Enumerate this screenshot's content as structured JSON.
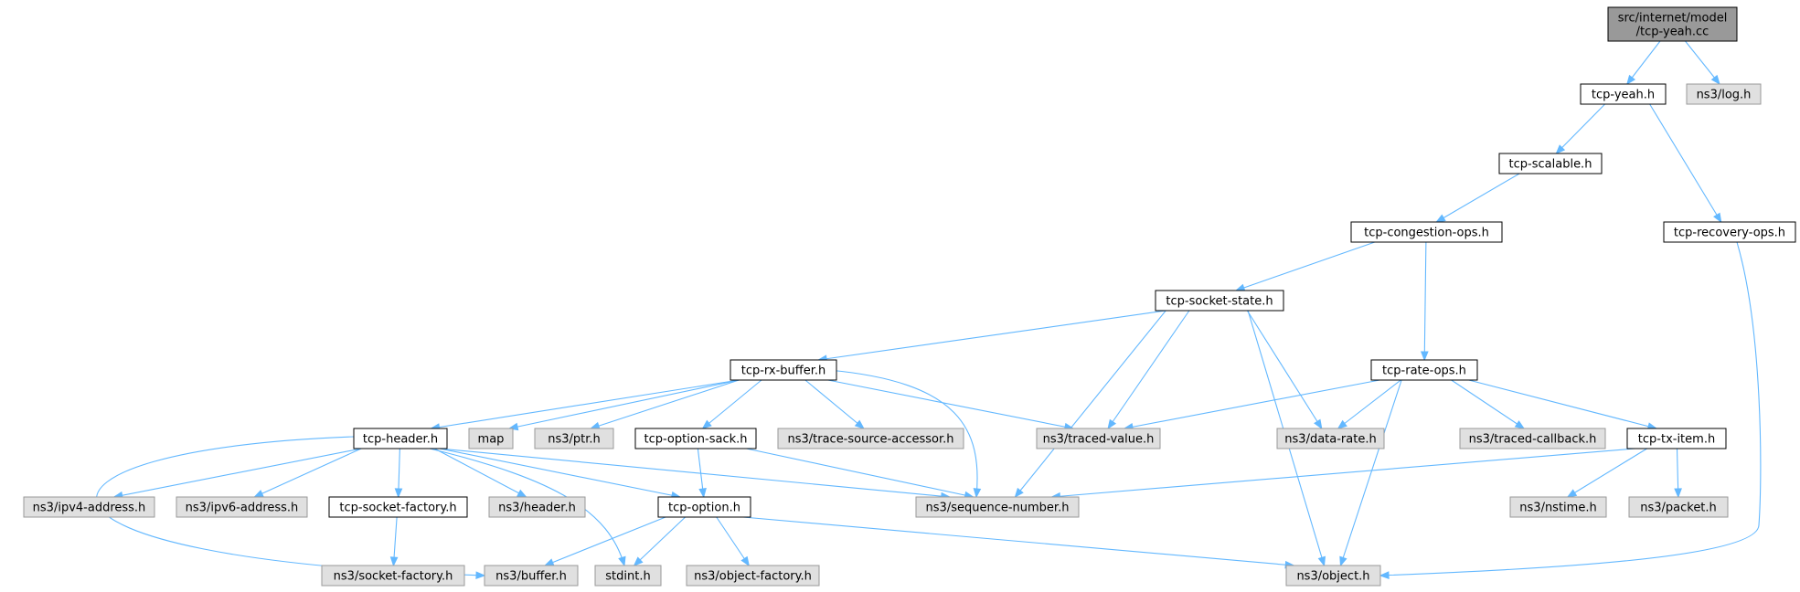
{
  "colors": {
    "root_fill": "#999999",
    "internal_fill": "#ffffff",
    "internal_stroke": "#000000",
    "external_fill": "#e0e0e0",
    "external_stroke": "#999999",
    "edge": "#63b8ff"
  },
  "graph": {
    "nodes": [
      {
        "id": "root",
        "kind": "root",
        "lines": [
          "src/internet/model",
          "/tcp-yeah.cc"
        ]
      },
      {
        "id": "tcp-yeah",
        "kind": "internal",
        "lines": [
          "tcp-yeah.h"
        ]
      },
      {
        "id": "log",
        "kind": "external",
        "lines": [
          "ns3/log.h"
        ]
      },
      {
        "id": "tcp-scalable",
        "kind": "internal",
        "lines": [
          "tcp-scalable.h"
        ]
      },
      {
        "id": "tcp-recovery-ops",
        "kind": "internal",
        "lines": [
          "tcp-recovery-ops.h"
        ]
      },
      {
        "id": "tcp-congestion-ops",
        "kind": "internal",
        "lines": [
          "tcp-congestion-ops.h"
        ]
      },
      {
        "id": "tcp-socket-state",
        "kind": "internal",
        "lines": [
          "tcp-socket-state.h"
        ]
      },
      {
        "id": "tcp-rate-ops",
        "kind": "internal",
        "lines": [
          "tcp-rate-ops.h"
        ]
      },
      {
        "id": "tcp-rx-buffer",
        "kind": "internal",
        "lines": [
          "tcp-rx-buffer.h"
        ]
      },
      {
        "id": "tcp-header",
        "kind": "internal",
        "lines": [
          "tcp-header.h"
        ]
      },
      {
        "id": "map",
        "kind": "external",
        "lines": [
          "map"
        ]
      },
      {
        "id": "ptr",
        "kind": "external",
        "lines": [
          "ns3/ptr.h"
        ]
      },
      {
        "id": "tcp-option-sack",
        "kind": "internal",
        "lines": [
          "tcp-option-sack.h"
        ]
      },
      {
        "id": "trace-source-accessor",
        "kind": "external",
        "lines": [
          "ns3/trace-source-accessor.h"
        ]
      },
      {
        "id": "traced-value",
        "kind": "external",
        "lines": [
          "ns3/traced-value.h"
        ]
      },
      {
        "id": "data-rate",
        "kind": "external",
        "lines": [
          "ns3/data-rate.h"
        ]
      },
      {
        "id": "traced-callback",
        "kind": "external",
        "lines": [
          "ns3/traced-callback.h"
        ]
      },
      {
        "id": "tcp-tx-item",
        "kind": "internal",
        "lines": [
          "tcp-tx-item.h"
        ]
      },
      {
        "id": "ipv4-address",
        "kind": "external",
        "lines": [
          "ns3/ipv4-address.h"
        ]
      },
      {
        "id": "ipv6-address",
        "kind": "external",
        "lines": [
          "ns3/ipv6-address.h"
        ]
      },
      {
        "id": "tcp-socket-factory",
        "kind": "internal",
        "lines": [
          "tcp-socket-factory.h"
        ]
      },
      {
        "id": "header",
        "kind": "external",
        "lines": [
          "ns3/header.h"
        ]
      },
      {
        "id": "tcp-option",
        "kind": "internal",
        "lines": [
          "tcp-option.h"
        ]
      },
      {
        "id": "sequence-number",
        "kind": "external",
        "lines": [
          "ns3/sequence-number.h"
        ]
      },
      {
        "id": "nstime",
        "kind": "external",
        "lines": [
          "ns3/nstime.h"
        ]
      },
      {
        "id": "packet",
        "kind": "external",
        "lines": [
          "ns3/packet.h"
        ]
      },
      {
        "id": "socket-factory",
        "kind": "external",
        "lines": [
          "ns3/socket-factory.h"
        ]
      },
      {
        "id": "buffer",
        "kind": "external",
        "lines": [
          "ns3/buffer.h"
        ]
      },
      {
        "id": "stdint",
        "kind": "external",
        "lines": [
          "stdint.h"
        ]
      },
      {
        "id": "object-factory",
        "kind": "external",
        "lines": [
          "ns3/object-factory.h"
        ]
      },
      {
        "id": "object",
        "kind": "external",
        "lines": [
          "ns3/object.h"
        ]
      }
    ],
    "edges": [
      [
        "root",
        "tcp-yeah"
      ],
      [
        "root",
        "log"
      ],
      [
        "tcp-yeah",
        "tcp-scalable"
      ],
      [
        "tcp-yeah",
        "tcp-recovery-ops"
      ],
      [
        "tcp-scalable",
        "tcp-congestion-ops"
      ],
      [
        "tcp-recovery-ops",
        "object"
      ],
      [
        "tcp-congestion-ops",
        "tcp-socket-state"
      ],
      [
        "tcp-congestion-ops",
        "tcp-rate-ops"
      ],
      [
        "tcp-socket-state",
        "tcp-rx-buffer"
      ],
      [
        "tcp-socket-state",
        "traced-value"
      ],
      [
        "tcp-socket-state",
        "sequence-number"
      ],
      [
        "tcp-socket-state",
        "data-rate"
      ],
      [
        "tcp-socket-state",
        "object"
      ],
      [
        "tcp-rate-ops",
        "traced-value"
      ],
      [
        "tcp-rate-ops",
        "data-rate"
      ],
      [
        "tcp-rate-ops",
        "traced-callback"
      ],
      [
        "tcp-rate-ops",
        "tcp-tx-item"
      ],
      [
        "tcp-rate-ops",
        "object"
      ],
      [
        "tcp-rx-buffer",
        "tcp-header"
      ],
      [
        "tcp-rx-buffer",
        "map"
      ],
      [
        "tcp-rx-buffer",
        "ptr"
      ],
      [
        "tcp-rx-buffer",
        "tcp-option-sack"
      ],
      [
        "tcp-rx-buffer",
        "trace-source-accessor"
      ],
      [
        "tcp-rx-buffer",
        "traced-value"
      ],
      [
        "tcp-rx-buffer",
        "sequence-number"
      ],
      [
        "tcp-header",
        "ipv4-address"
      ],
      [
        "tcp-header",
        "ipv6-address"
      ],
      [
        "tcp-header",
        "tcp-socket-factory"
      ],
      [
        "tcp-header",
        "header"
      ],
      [
        "tcp-header",
        "stdint"
      ],
      [
        "tcp-header",
        "tcp-option"
      ],
      [
        "tcp-header",
        "sequence-number"
      ],
      [
        "tcp-header",
        "buffer"
      ],
      [
        "tcp-option-sack",
        "tcp-option"
      ],
      [
        "tcp-option-sack",
        "sequence-number"
      ],
      [
        "tcp-tx-item",
        "sequence-number"
      ],
      [
        "tcp-tx-item",
        "nstime"
      ],
      [
        "tcp-tx-item",
        "packet"
      ],
      [
        "tcp-socket-factory",
        "socket-factory"
      ],
      [
        "tcp-option",
        "buffer"
      ],
      [
        "tcp-option",
        "stdint"
      ],
      [
        "tcp-option",
        "object-factory"
      ],
      [
        "tcp-option",
        "object"
      ]
    ]
  }
}
